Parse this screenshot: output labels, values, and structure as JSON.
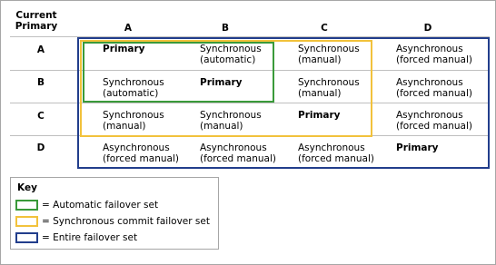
{
  "header": {
    "current_primary": [
      "Current",
      "Primary"
    ],
    "columns": [
      "A",
      "B",
      "C",
      "D"
    ]
  },
  "rows": [
    {
      "label": "A",
      "cells": [
        {
          "l1": "Primary",
          "l2": "",
          "bold": true
        },
        {
          "l1": "Synchronous",
          "l2": "(automatic)",
          "bold": false
        },
        {
          "l1": "Synchronous",
          "l2": "(manual)",
          "bold": false
        },
        {
          "l1": "Asynchronous",
          "l2": "(forced manual)",
          "bold": false
        }
      ]
    },
    {
      "label": "B",
      "cells": [
        {
          "l1": "Synchronous",
          "l2": "(automatic)",
          "bold": false
        },
        {
          "l1": "Primary",
          "l2": "",
          "bold": true
        },
        {
          "l1": "Synchronous",
          "l2": "(manual)",
          "bold": false
        },
        {
          "l1": "Asynchronous",
          "l2": "(forced manual)",
          "bold": false
        }
      ]
    },
    {
      "label": "C",
      "cells": [
        {
          "l1": "Synchronous",
          "l2": "(manual)",
          "bold": false
        },
        {
          "l1": "Synchronous",
          "l2": "(manual)",
          "bold": false
        },
        {
          "l1": "Primary",
          "l2": "",
          "bold": true
        },
        {
          "l1": "Asynchronous",
          "l2": "(forced manual)",
          "bold": false
        }
      ]
    },
    {
      "label": "D",
      "cells": [
        {
          "l1": "Asynchronous",
          "l2": "(forced manual)",
          "bold": false
        },
        {
          "l1": "Asynchronous",
          "l2": "(forced manual)",
          "bold": false
        },
        {
          "l1": "Asynchronous",
          "l2": "(forced manual)",
          "bold": false
        },
        {
          "l1": "Primary",
          "l2": "",
          "bold": true
        }
      ]
    }
  ],
  "key": {
    "title": "Key",
    "items": [
      {
        "label": "= Automatic failover set",
        "color": "#3a9a3a"
      },
      {
        "label": "= Synchronous commit failover set",
        "color": "#f2c23c"
      },
      {
        "label": "= Entire failover set",
        "color": "#223e8c"
      }
    ]
  },
  "colors": {
    "automatic": "#3a9a3a",
    "synchronous": "#f2c23c",
    "entire": "#223e8c",
    "separator": "#bfbfbf",
    "border": "#a6a6a6"
  }
}
